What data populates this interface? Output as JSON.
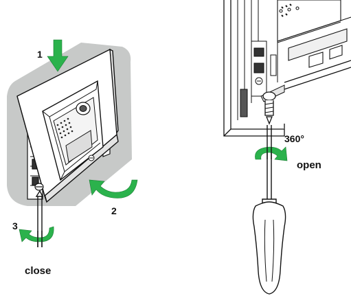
{
  "left_figure": {
    "step_labels": [
      "1",
      "2",
      "3"
    ],
    "action_label": "close"
  },
  "right_figure": {
    "rotation_label": "360°",
    "action_label": "open"
  },
  "colors": {
    "arrow": "#2bb24c",
    "shadow": "#c7c9c8",
    "line": "#111111",
    "fill": "#ffffff"
  },
  "icons": [
    "arrow-down-icon",
    "curved-arrow-icon",
    "screwdriver-icon"
  ]
}
